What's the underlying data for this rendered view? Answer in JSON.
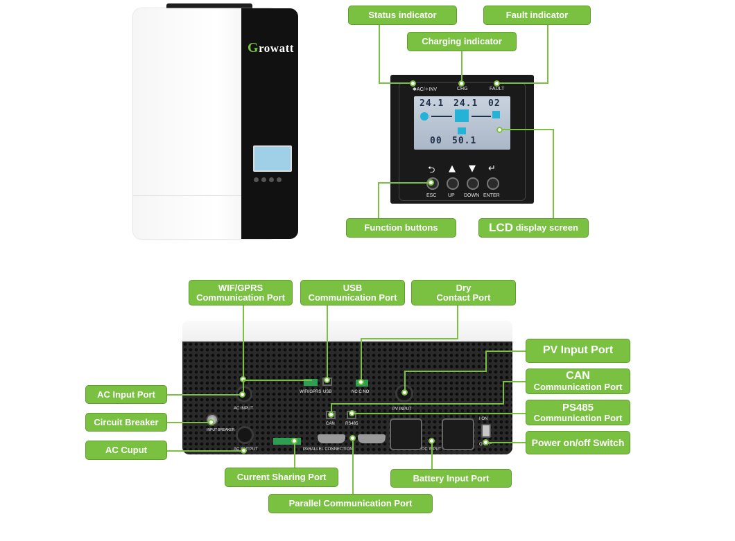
{
  "brand": {
    "logo_g": "G",
    "logo_rest": "rowatt",
    "accent_color": "#7ac142"
  },
  "callouts": {
    "status_indicator": "Status indicator",
    "fault_indicator": "Fault  indicator",
    "charging_indicator": "Charging indicator",
    "function_buttons": "Function buttons",
    "lcd_main": "LCD",
    "lcd_rest": " display screen",
    "wifi_line1": "WIF/GPRS",
    "wifi_line2": "Communication Port",
    "usb_line1": "USB",
    "usb_line2": "Communication Port",
    "dry_line1": "Dry",
    "dry_line2": "Contact Port",
    "pv_input": "PV Input Port",
    "can_line1": "CAN",
    "can_line2": "Communication Port",
    "ps485_line1": "PS485",
    "ps485_line2": "Communication Port",
    "power_switch": "Power on/off Switch",
    "ac_input": "AC Input Port",
    "circuit_breaker": "Circuit Breaker",
    "ac_output": "AC Cuput",
    "current_sharing": "Current Sharing Port",
    "battery_input": "Battery Input Port",
    "parallel_comm": "Parallel Communication Port"
  },
  "panel": {
    "ind_acinv": "✱AC/✧INV",
    "ind_chg": "CHG",
    "ind_fault": "FAULT",
    "lcd_top_left": "24.1",
    "lcd_top_mid": "24.1",
    "lcd_top_right": "02",
    "lcd_bot_left": "00",
    "lcd_bot_mid": "50.1",
    "btn_esc": "ESC",
    "btn_up": "UP",
    "btn_down": "DOWN",
    "btn_enter": "ENTER"
  },
  "unit_labels": {
    "ac_input": "AC INPUT",
    "wifi_gprs": "WIFI/GPRS",
    "usb": "USB",
    "dry_contact": "NC C NO",
    "pv_input": "PV INPUT",
    "can": "CAN",
    "rs485": "RS485",
    "breaker": "INPUT BREAKER",
    "ac_output": "AC OUTPUT",
    "parallel_connection": "PARALLEL  CONNECTION",
    "dc_input": "DC INPUT",
    "on": "I ON",
    "off": "O OFF"
  }
}
